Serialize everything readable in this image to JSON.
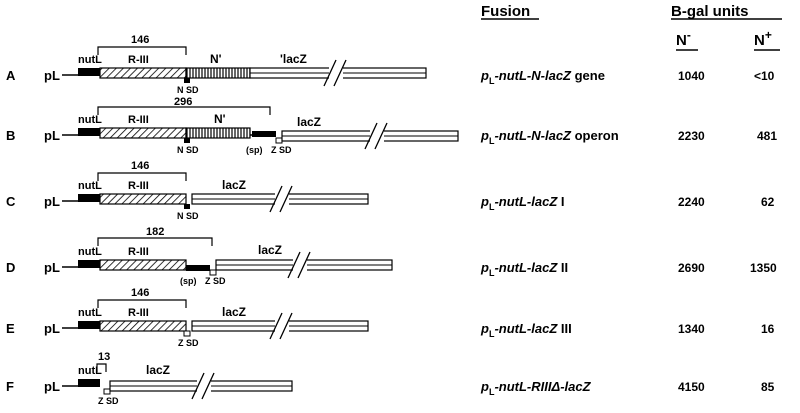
{
  "header": {
    "fusion": "Fusion",
    "units": "B-gal units",
    "n_minus": "N",
    "n_minus_sup": "-",
    "n_plus": "N",
    "n_plus_sup": "+"
  },
  "common": {
    "pl": "pL",
    "nutl": "nutL",
    "riii": "R-III",
    "nsd": "N SD",
    "zsd": "Z SD",
    "sp": "(sp)",
    "lacz": "lacZ",
    "lacz_prime": "'lacZ",
    "n_prime": "N'"
  },
  "rows": [
    {
      "letter": "A",
      "bracket_value": "146",
      "fusion_p": "p",
      "fusion_sub": "L",
      "fusion_italic": "-nutL-N-lacZ",
      "fusion_plain": " gene",
      "n_minus": "1040",
      "n_plus": "<10"
    },
    {
      "letter": "B",
      "bracket_value": "296",
      "fusion_p": "p",
      "fusion_sub": "L",
      "fusion_italic": "-nutL-N-lacZ",
      "fusion_plain": " operon",
      "n_minus": "2230",
      "n_plus": "481"
    },
    {
      "letter": "C",
      "bracket_value": "146",
      "fusion_p": "p",
      "fusion_sub": "L",
      "fusion_italic": "-nutL-lacZ",
      "fusion_plain": " I",
      "n_minus": "2240",
      "n_plus": "62"
    },
    {
      "letter": "D",
      "bracket_value": "182",
      "fusion_p": "p",
      "fusion_sub": "L",
      "fusion_italic": "-nutL-lacZ",
      "fusion_plain": " II",
      "n_minus": "2690",
      "n_plus": "1350"
    },
    {
      "letter": "E",
      "bracket_value": "146",
      "fusion_p": "p",
      "fusion_sub": "L",
      "fusion_italic": "-nutL-lacZ",
      "fusion_plain": " III",
      "n_minus": "1340",
      "n_plus": "16"
    },
    {
      "letter": "F",
      "bracket_value": "13",
      "fusion_p": "p",
      "fusion_sub": "L",
      "fusion_italic": "-nutL-RIIIΔ-lacZ",
      "fusion_plain": "",
      "n_minus": "4150",
      "n_plus": "85"
    }
  ]
}
